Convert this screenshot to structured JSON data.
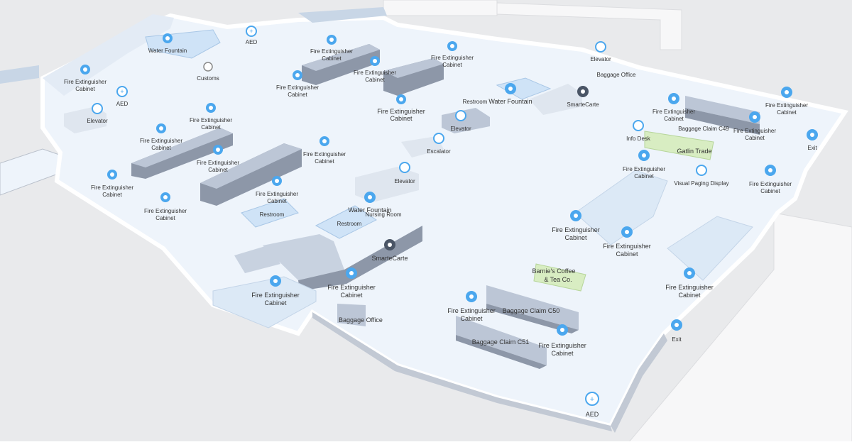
{
  "colors": {
    "floor": "#eef4fb",
    "floor_edge": "#dfe6ef",
    "wall_top": "#ffffff",
    "wall_side": "#b9c0cb",
    "block_top": "#bcc6d6",
    "block_side": "#8d97a8",
    "restroom": "#cfe3f7",
    "shop": "#d8edc2",
    "pin": "#4ba7ee",
    "pin_dark": "#4a5566",
    "outside": "#e9eaec",
    "road": "#f6f6f7"
  },
  "labels": {
    "water_fountain_top": "Water Fountain",
    "aed_top": "AED",
    "customs": "Customs",
    "fec": "Fire Extinguisher Cabinet",
    "fec_line1": "Fire Extinguisher",
    "fec_line2": "Cabinet",
    "aed_left": "AED",
    "elevator_left": "Elevator",
    "restroom": "Restroom",
    "water_fountain": "Water Fountain",
    "nursing_room": "Nursing Room",
    "elevator_center": "Elevator",
    "escalator": "Escalator",
    "elevator_mid": "Elevator",
    "restroom_mid": "Restroom",
    "smartecarte": "SmarteCarte",
    "elevator_right": "Elevator",
    "baggage_office": "Baggage Office",
    "info_desk": "Info Desk",
    "baggage_claim_c49": "Baggage Claim C49",
    "gatlin_trade": "Gatlin Trade",
    "visual_paging": "Visual Paging Display",
    "exit": "Exit",
    "barnies_line1": "Barnie's Coffee",
    "barnies_line2": "& Tea Co.",
    "baggage_claim_c50": "Baggage Claim C50",
    "baggage_claim_c51": "Baggage Claim C51",
    "aed_bottom": "AED"
  }
}
